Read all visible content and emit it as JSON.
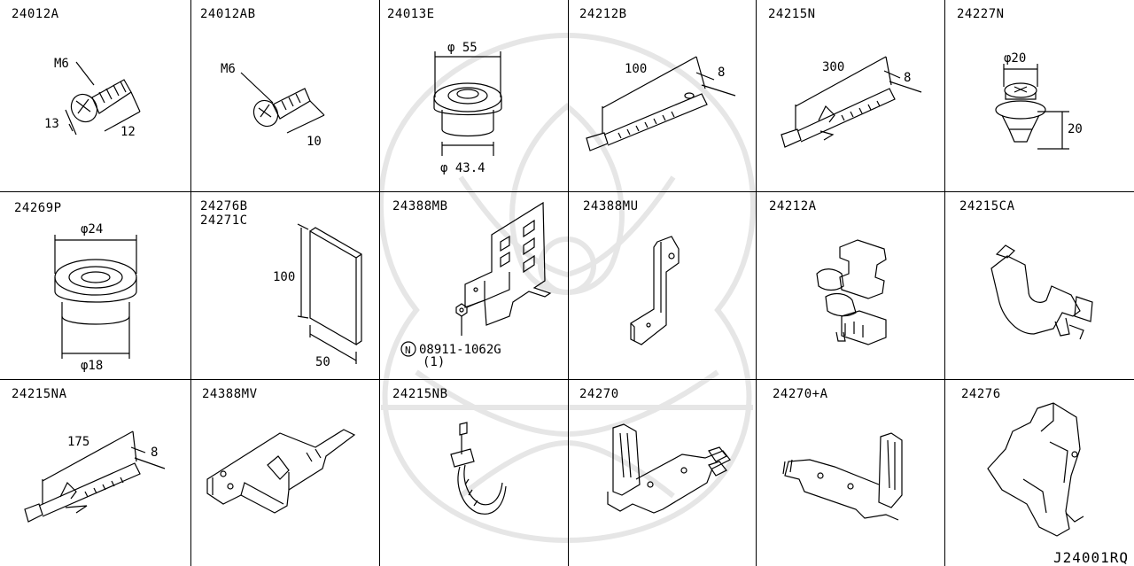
{
  "parts": [
    {
      "part": "24012A",
      "dims": [
        "M6",
        "13",
        "12"
      ]
    },
    {
      "part": "24012AB",
      "dims": [
        "M6",
        "10"
      ]
    },
    {
      "part": "24013E",
      "dims": [
        "φ 55",
        "φ 43.4"
      ]
    },
    {
      "part": "24212B",
      "dims": [
        "100",
        "8"
      ]
    },
    {
      "part": "24215N",
      "dims": [
        "300",
        "8"
      ]
    },
    {
      "part": "24227N",
      "dims": [
        "φ20",
        "20"
      ]
    },
    {
      "part": "24269P",
      "dims": [
        "φ24",
        "φ18"
      ]
    },
    {
      "part": "24276B",
      "part2": "24271C",
      "dims": [
        "100",
        "50"
      ]
    },
    {
      "part": "24388MB",
      "dims": [
        "N",
        "08911-1062G",
        "(1)"
      ]
    },
    {
      "part": "24388MU",
      "dims": []
    },
    {
      "part": "24212A",
      "dims": []
    },
    {
      "part": "24215CA",
      "dims": []
    },
    {
      "part": "24215NA",
      "dims": [
        "175",
        "8"
      ]
    },
    {
      "part": "24388MV",
      "dims": []
    },
    {
      "part": "24215NB",
      "dims": []
    },
    {
      "part": "24270",
      "dims": []
    },
    {
      "part": "24270+A",
      "dims": []
    },
    {
      "part": "24276",
      "dims": []
    }
  ],
  "diagram_ref": "J24001RQ",
  "colors": {
    "line": "#000000",
    "watermark": "#e6e6e6",
    "background": "#ffffff"
  }
}
